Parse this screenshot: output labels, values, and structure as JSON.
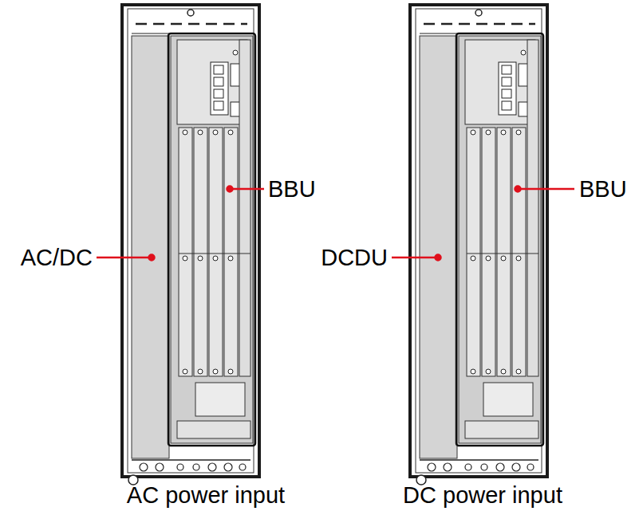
{
  "diagram": {
    "labels": [
      "BBU",
      "AC/DC",
      "AC power input",
      "BBU",
      "DCDU",
      "DC power input"
    ]
  }
}
